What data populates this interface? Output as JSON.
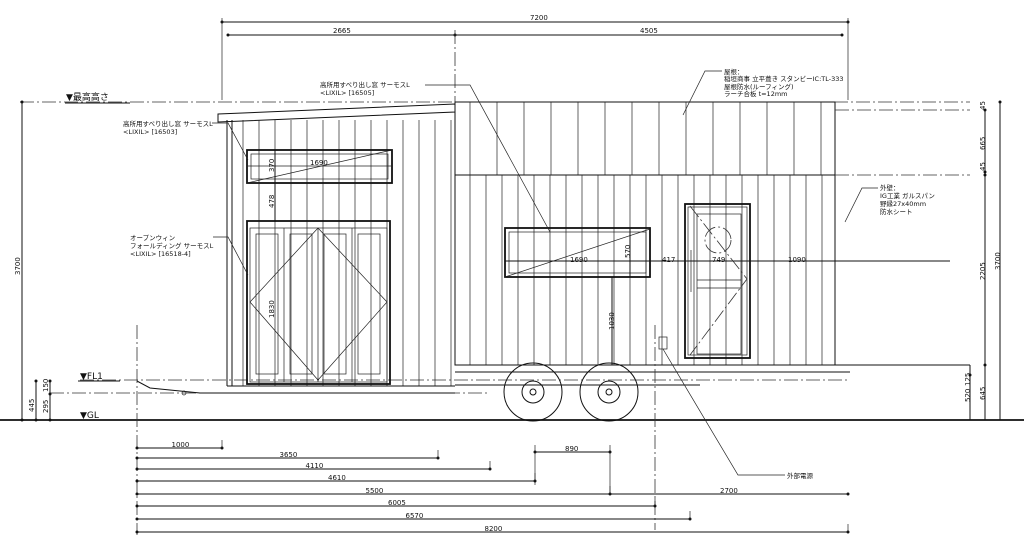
{
  "levels": {
    "max_height": "▼最高高さ",
    "fl1": "▼FL1",
    "gl": "▼GL"
  },
  "top_dims": {
    "overall": "7200",
    "left": "2665",
    "right": "4505"
  },
  "notes": {
    "high_window_1": [
      "高所用すべり出し窓 サーモスL",
      "<LIXIL> [16505]"
    ],
    "high_window_2": [
      "高所用すべり出し窓 サーモスL",
      "<LIXIL> [16503]"
    ],
    "folding_door": [
      "オープンウィン",
      "フォールディング サーモスL",
      "<LIXIL> [16518-4]"
    ],
    "roof": [
      "屋根：",
      "稲垣商事 立平葺き スタンビーIC:TL-333",
      "屋根防水(ルーフィング)",
      "ラーチ合板 t=12mm"
    ],
    "wall": [
      "外壁：",
      "IG工業 ガルスパン",
      "野縁27x40mm",
      "防水シート"
    ],
    "power": "外部電源"
  },
  "window_dims": {
    "w1_width": "1690",
    "w1_height": "370",
    "w1_gap": "478",
    "door_height": "1830",
    "w2_width": "1690",
    "w2_height": "570",
    "w2_sill": "1030",
    "gap": "417",
    "door_width": "749",
    "right": "1090"
  },
  "left_dims": {
    "total": "3700",
    "floor": "445",
    "fl_step": "150",
    "chassis": "295"
  },
  "right_dims": {
    "roof_a": "45",
    "roof_mid": "665",
    "roof_b": "45",
    "wall": "2205",
    "base": "645",
    "total": "3700",
    "step": "125",
    "low": "520"
  },
  "bottom_dims": [
    "1000",
    "3650",
    "4110",
    "4610",
    "5500",
    "6005",
    "6570",
    "8200"
  ],
  "bottom_extra": {
    "axle": "890",
    "rear": "2700"
  }
}
